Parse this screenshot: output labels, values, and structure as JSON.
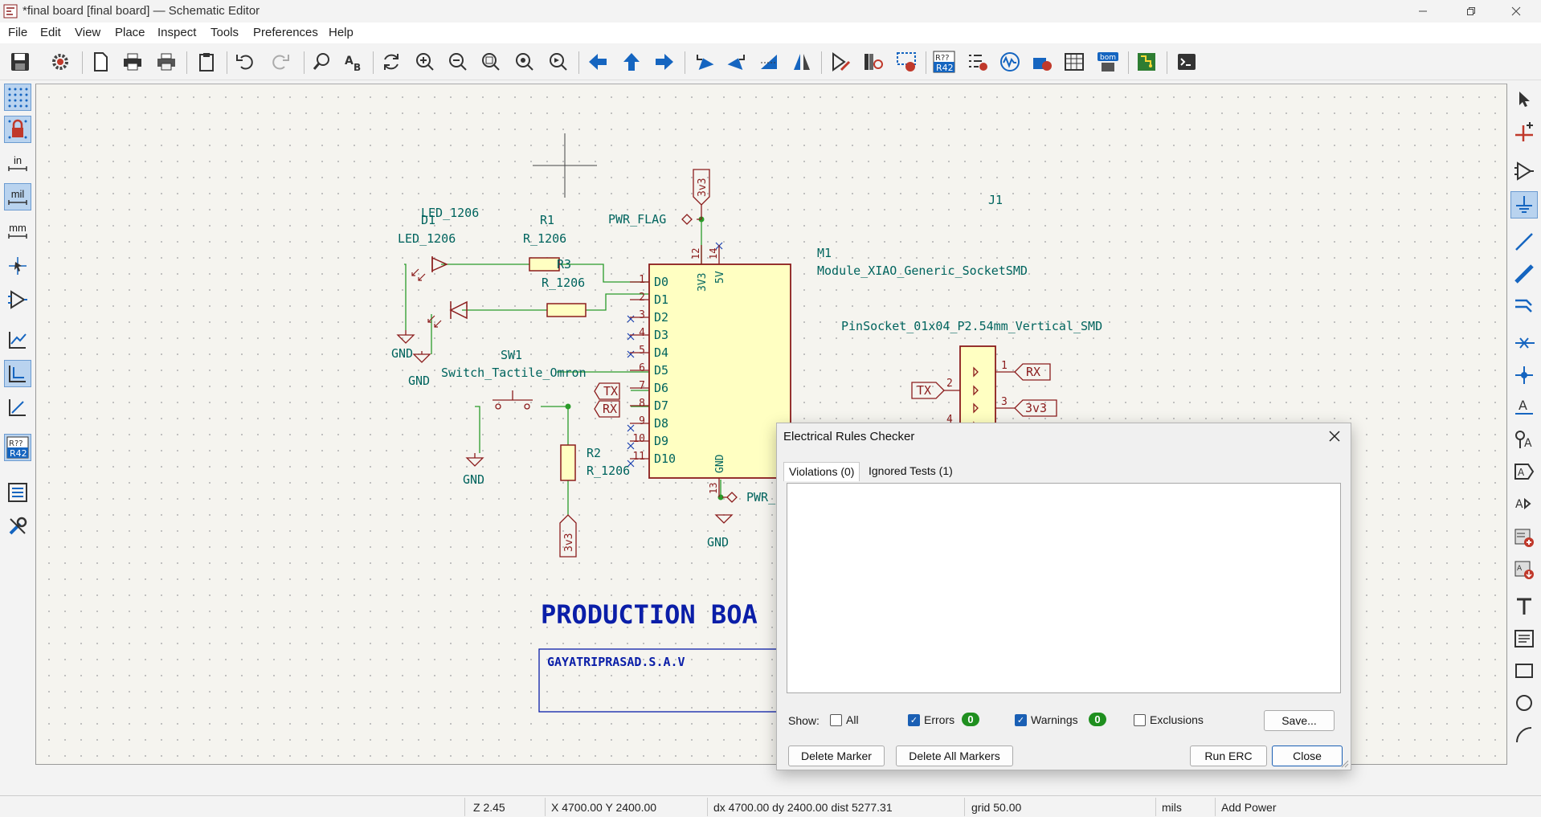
{
  "window": {
    "title": "*final board [final board] — Schematic Editor"
  },
  "menu": [
    "File",
    "Edit",
    "View",
    "Place",
    "Inspect",
    "Tools",
    "Preferences",
    "Help"
  ],
  "left_toolbar": {
    "unit_in": "in",
    "unit_mil": "mil",
    "unit_mm": "mm"
  },
  "schematic": {
    "led_value_top": "LED_1206",
    "d1_ref": "D1",
    "d1_value": "LED_1206",
    "r1_ref": "R1",
    "r1_value": "R_1206",
    "r3_ref": "R3",
    "r3_value": "R_1206",
    "pwr_flag_top": "PWR_FLAG",
    "pwr_flag_bottom": "PWR_",
    "gnd": "GND",
    "sw1_ref": "SW1",
    "sw1_value": "Switch_Tactile_Omron",
    "r2_ref": "R2",
    "r2_value": "R_1206",
    "v3v3": "3v3",
    "tx": "TX",
    "rx": "RX",
    "m1_ref": "M1",
    "m1_value": "Module_XIAO_Generic_SocketSMD",
    "m1_pins": [
      "D0",
      "D1",
      "D2",
      "D3",
      "D4",
      "D5",
      "D6",
      "D7",
      "D8",
      "D9",
      "D10"
    ],
    "m1_pin_numbers": [
      "1",
      "2",
      "3",
      "4",
      "5",
      "6",
      "7",
      "8",
      "9",
      "10",
      "11"
    ],
    "m1_top_pins": [
      "3V3",
      "5V"
    ],
    "m1_top_pin_numbers": [
      "12",
      "14"
    ],
    "m1_gnd_pin": "GND",
    "m1_gnd_pin_number": "13",
    "j1_ref": "J1",
    "j1_value": "PinSocket_01x04_P2.54mm_Vertical_SMD",
    "j1_pin_numbers": [
      "1",
      "2",
      "3",
      "4"
    ],
    "production_title": "PRODUCTION BOA",
    "author": "GAYATRIPRASAD.S.A.V"
  },
  "erc_dialog": {
    "title": "Electrical Rules Checker",
    "tab_violations": "Violations (0)",
    "tab_ignored": "Ignored Tests (1)",
    "show_label": "Show:",
    "filter_all": "All",
    "filter_errors": "Errors",
    "errors_count": "0",
    "filter_warnings": "Warnings",
    "warnings_count": "0",
    "filter_exclusions": "Exclusions",
    "save_button": "Save...",
    "delete_marker": "Delete Marker",
    "delete_all_markers": "Delete All Markers",
    "run_erc": "Run ERC",
    "close": "Close"
  },
  "status": {
    "zoom": "Z 2.45",
    "cursor": "X 4700.00  Y 2400.00",
    "delta": "dx 4700.00  dy 2400.00  dist 5277.31",
    "grid": "grid 50.00",
    "units": "mils",
    "mode": "Add Power"
  },
  "colors": {
    "wire": "#2a9b2a",
    "symbol_outline": "#8b1c1c",
    "symbol_fill": "#ffffc2",
    "label_text": "#00645e",
    "title_blue": "#0a1ea8",
    "badge_green": "#1f8f1f"
  }
}
